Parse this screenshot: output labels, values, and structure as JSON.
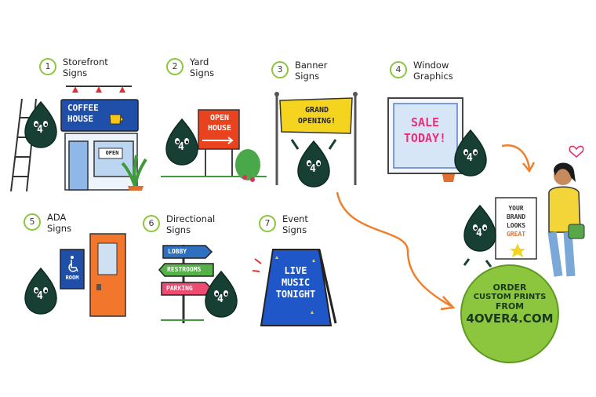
{
  "items": [
    {
      "num": "1",
      "line1": "Storefront",
      "line2": "Signs"
    },
    {
      "num": "2",
      "line1": "Yard",
      "line2": "Signs"
    },
    {
      "num": "3",
      "line1": "Banner",
      "line2": "Signs"
    },
    {
      "num": "4",
      "line1": "Window",
      "line2": "Graphics"
    },
    {
      "num": "5",
      "line1": "ADA",
      "line2": "Signs"
    },
    {
      "num": "6",
      "line1": "Directional",
      "line2": "Signs"
    },
    {
      "num": "7",
      "line1": "Event",
      "line2": "Signs"
    }
  ],
  "mascot_badge": "4",
  "storefront": {
    "sign_line1": "COFFEE",
    "sign_line2": "HOUSE",
    "door_sign": "OPEN"
  },
  "yard": {
    "line1": "OPEN",
    "line2": "HOUSE"
  },
  "banner": {
    "line1": "GRAND",
    "line2": "OPENING!"
  },
  "window": {
    "line1": "SALE",
    "line2": "TODAY!"
  },
  "ada": {
    "text": "ROOM",
    "icon": "wheelchair-icon"
  },
  "directional": {
    "top": "LOBBY",
    "middle": "RESTROOMS",
    "bottom": "PARKING"
  },
  "event": {
    "line1": "LIVE",
    "line2": "MUSIC",
    "line3": "TONIGHT"
  },
  "promo_board": {
    "line1": "YOUR",
    "line2": "BRAND",
    "line3": "LOOKS",
    "line4": "GREAT"
  },
  "cta": {
    "line1": "ORDER",
    "line2": "CUSTOM PRINTS",
    "line3": "FROM",
    "line4": "4OVER4.COM"
  },
  "colors": {
    "accent_green": "#8cc63f",
    "mascot": "#173f33",
    "orange": "#f07f2a",
    "sign_blue": "#1f4fa8"
  }
}
